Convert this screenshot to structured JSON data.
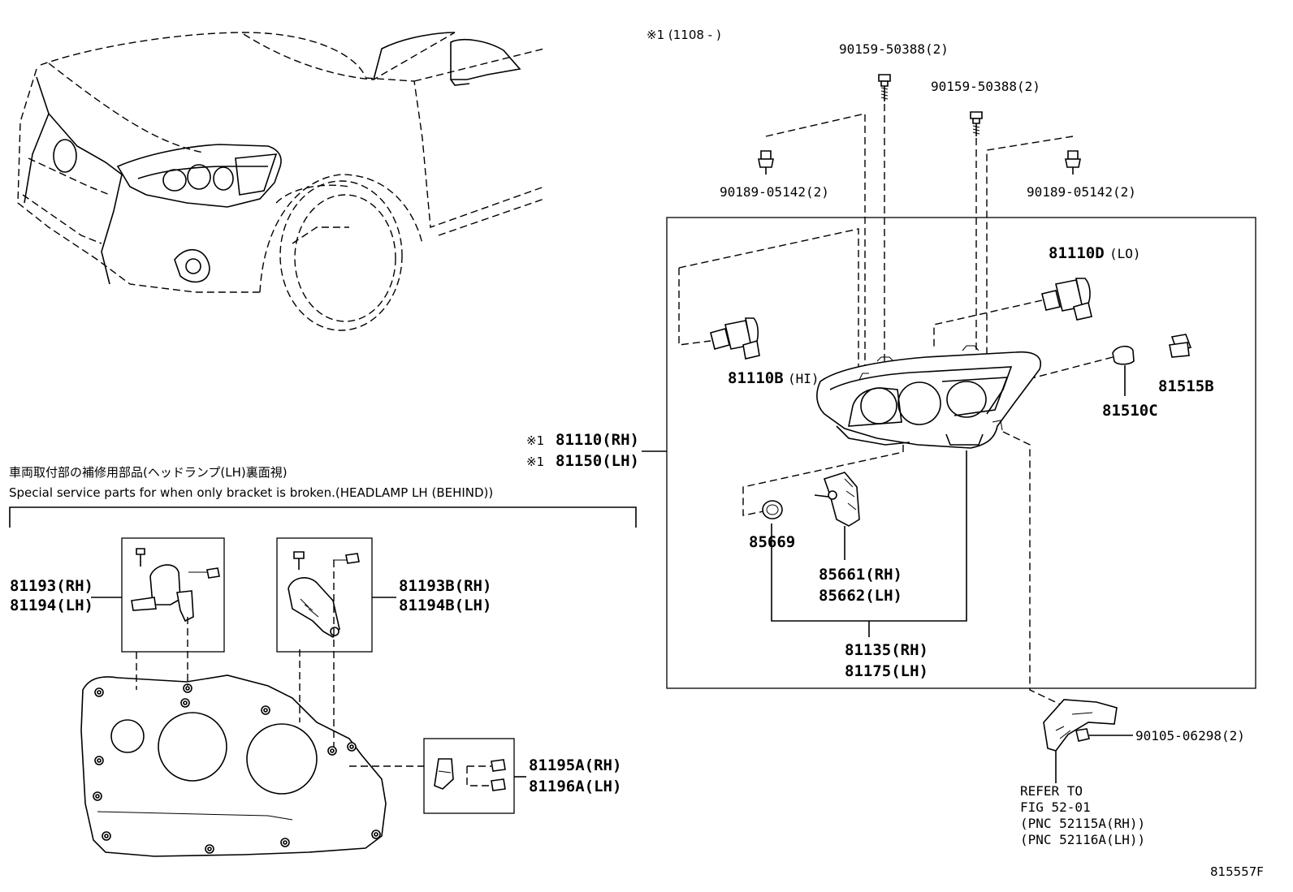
{
  "diagram": {
    "header_note": "※1 (1108 -   )",
    "figure_id": "815557F",
    "special_section": {
      "title_jp": "車両取付部の補修用部品(ヘッドランプ(LH)裏面視)",
      "title_en": "Special service parts for when only bracket is broken.(HEADLAMP LH (BEHIND))"
    },
    "labels": {
      "bolt_top_left": "90159-50388(2)",
      "bolt_top_right": "90159-50388(2)",
      "nut_left": "90189-05142(2)",
      "nut_right": "90189-05142(2)",
      "bulb_lo": "81110D",
      "bulb_lo_suffix": "(LO)",
      "bulb_hi": "81110B",
      "bulb_hi_suffix": "(HI)",
      "socket_81515b": "81515B",
      "bulb_81510c": "81510C",
      "headlamp_rh_mark": "※1",
      "headlamp_rh": "81110(RH)",
      "headlamp_lh_mark": "※1",
      "headlamp_lh": "81150(LH)",
      "oring": "85669",
      "actuator_rh": "85661(RH)",
      "actuator_lh": "85662(LH)",
      "unit_rh": "81135(RH)",
      "unit_lh": "81175(LH)",
      "screw_bracket": "90105-06298(2)",
      "refer_1": "REFER TO",
      "refer_2": "FIG 52-01",
      "refer_3": "(PNC 52115A(RH))",
      "refer_4": "(PNC 52116A(LH))",
      "bracket_81193": "81193(RH)",
      "bracket_81194": "81194(LH)",
      "bracket_81193b": "81193B(RH)",
      "bracket_81194b": "81194B(LH)",
      "bracket_81195a": "81195A(RH)",
      "bracket_81196a": "81196A(LH)"
    }
  }
}
